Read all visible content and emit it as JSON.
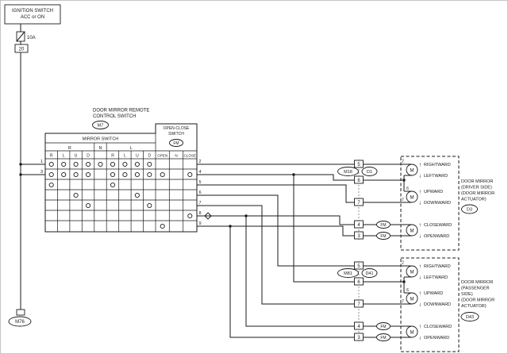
{
  "ignition": {
    "line1": "IGNITION SWITCH",
    "line2": "ACC or ON"
  },
  "fuse": {
    "rating": "10A",
    "number": "20"
  },
  "ground_connector": "M76",
  "remote_switch": {
    "title1": "DOOR MIRROR REMOTE",
    "title2": "CONTROL SWITCH",
    "connector": "M7"
  },
  "switch_table": {
    "mirror_header": "MIRROR SWITCH",
    "oc_header1": "OPEN·CLOSE",
    "oc_header2": "SWITCH",
    "oc_connector": "FM",
    "groups": [
      "R",
      "N",
      "L"
    ],
    "sub_columns": [
      "R",
      "L",
      "U",
      "D",
      "R",
      "L",
      "U",
      "D"
    ],
    "oc_columns": [
      "OPEN",
      "N",
      "CLOSE"
    ],
    "left_pins": [
      "1",
      "3"
    ],
    "right_pins": [
      "2",
      "4",
      "5",
      "6",
      "7",
      "8",
      "9"
    ],
    "contacts": [
      [
        0,
        1,
        2,
        3,
        4,
        5,
        6,
        7,
        8
      ],
      [
        0,
        1,
        2,
        3,
        5,
        6,
        7,
        8,
        9,
        11
      ],
      [
        0,
        5
      ],
      [
        2,
        7
      ],
      [
        3,
        8
      ],
      [
        11
      ],
      [
        9
      ]
    ]
  },
  "inline_connectors": {
    "driver": [
      "M18",
      "D1"
    ],
    "passenger": [
      "M81",
      "D41"
    ],
    "cavity_pins": [
      "5",
      "6",
      "7",
      "4",
      "3"
    ],
    "fm": "FM"
  },
  "driver_actuator": {
    "name1": "DOOR MIRROR",
    "name2": "(DRIVER SIDE)",
    "name3": "(DOOR MIRROR",
    "name4": "ACTUATOR)",
    "connector": "D3",
    "terminals": [
      "2",
      "4",
      "6",
      "7"
    ]
  },
  "passenger_actuator": {
    "name1": "DOOR MIRROR",
    "name2": "(PASSENGER",
    "name3": "SIDE)",
    "name4": "(DOOR MIRROR",
    "name5": "ACTUATOR)",
    "connector": "D43",
    "terminals": [
      "2",
      "4",
      "6",
      "7"
    ]
  },
  "motor": {
    "symbol": "M",
    "arrow_up": "↑",
    "arrow_down": "↓",
    "directions": [
      "RIGHTWARD",
      "LEFTWARD",
      "UPWARD",
      "DOWNWARD",
      "CLOSEWARD",
      "OPENWARD"
    ]
  }
}
